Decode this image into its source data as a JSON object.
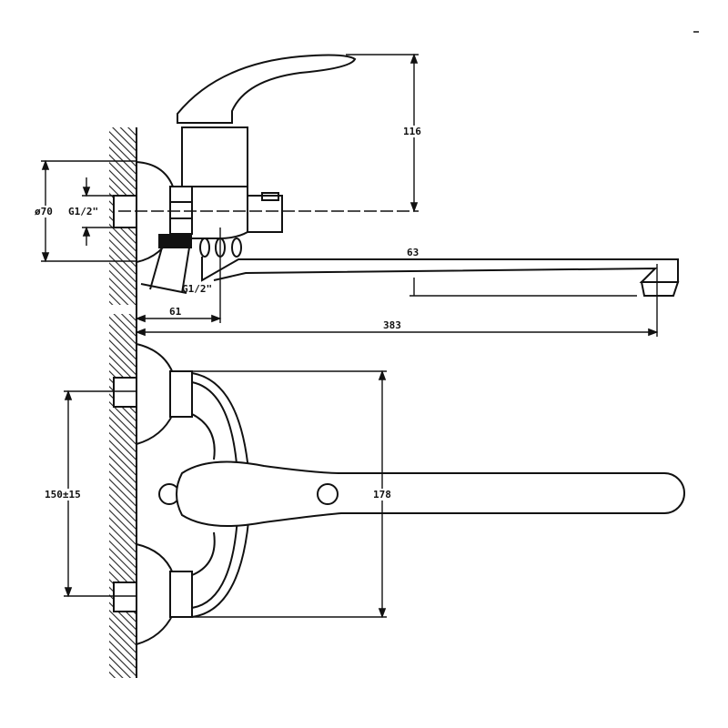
{
  "title": "Faucet dimension drawing",
  "dimensions": {
    "handle_height": "116",
    "flange_diameter": "ø70",
    "inlet_thread_top": "G1/2\"",
    "spout_height": "63",
    "inlet_thread_angled": "G1/2\"",
    "wall_offset": "61",
    "spout_reach": "383",
    "inlet_spacing": "150±15",
    "body_height": "178"
  },
  "colors": {
    "line": "#111111",
    "background": "#ffffff"
  }
}
